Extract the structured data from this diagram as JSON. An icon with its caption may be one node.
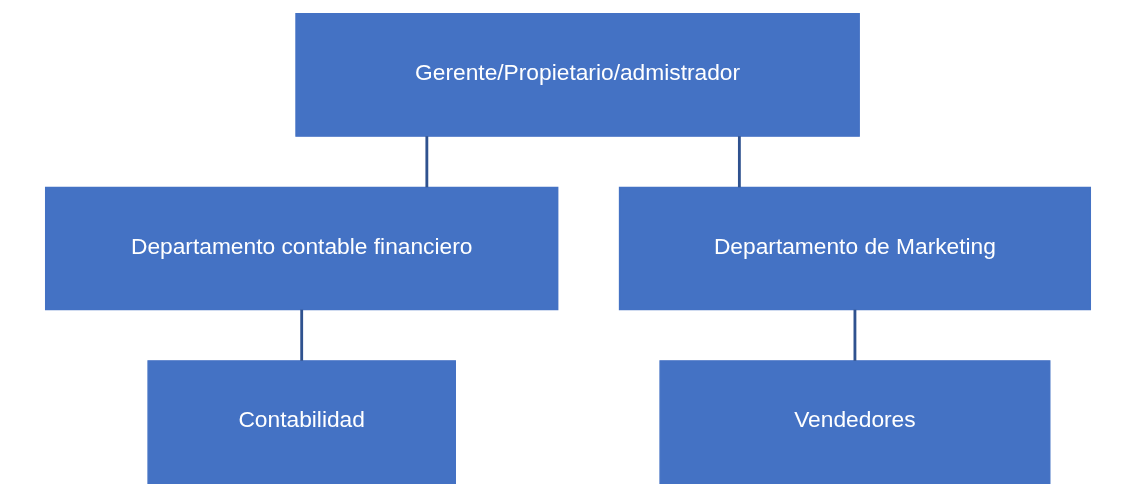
{
  "diagram": {
    "nodes": [
      {
        "text": [
          "Gerente/Propietario/admistrador"
        ]
      },
      {
        "text": [
          "Departamento contable financiero"
        ]
      },
      {
        "text": [
          "Departamento de Marketing"
        ]
      },
      {
        "text": [
          "Contabilidad"
        ]
      },
      {
        "text": [
          "Vendedores"
        ]
      }
    ],
    "edges": [
      {
        "from": 0,
        "to": 1,
        "arrow": "none"
      },
      {
        "from": 0,
        "to": 2,
        "arrow": "none"
      },
      {
        "from": 1,
        "to": 3,
        "arrow": "none"
      },
      {
        "from": 2,
        "to": 4,
        "arrow": "none"
      }
    ]
  }
}
